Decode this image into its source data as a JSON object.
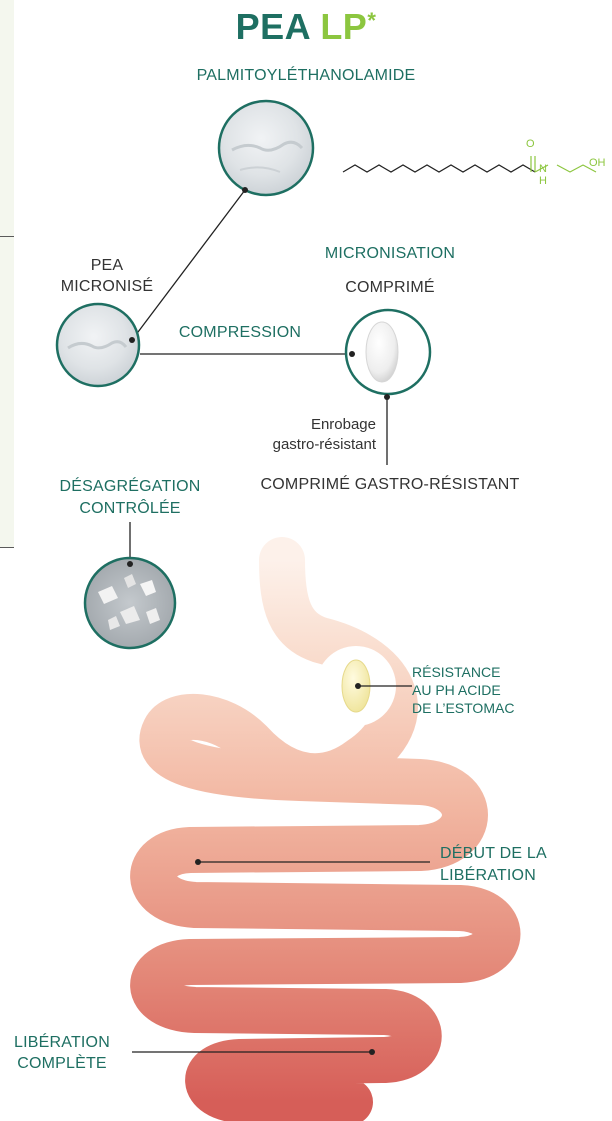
{
  "header": {
    "title_part1": "PEA",
    "title_part2": "LP",
    "title_mark": "*",
    "subtitle": "PALMITOYLÉTHANOLAMIDE"
  },
  "molecule": {
    "oxygen_label": "O",
    "nitrogen_label": "N",
    "hydrogen_label": "H",
    "hydroxyl_label": "OH"
  },
  "process": {
    "pea_micronise": [
      "PEA",
      "MICRONISÉ"
    ],
    "micronisation": "MICRONISATION",
    "comprime": "COMPRIMÉ",
    "compression": "COMPRESSION",
    "enrobage": [
      "Enrobage",
      "gastro-résistant"
    ],
    "comprime_gastro": "COMPRIMÉ GASTRO-RÉSISTANT",
    "desagregation": [
      "DÉSAGRÉGATION",
      "CONTRÔLÉE"
    ]
  },
  "digestion": {
    "resistance": [
      "RÉSISTANCE",
      "AU PH ACIDE",
      "DE L’ESTOMAC"
    ],
    "debut": [
      "DÉBUT DE LA",
      "LIBÉRATION"
    ],
    "complete": [
      "LIBÉRATION",
      "COMPLÈTE"
    ]
  },
  "colors": {
    "teal": "#1e6f62",
    "lime": "#8cc63f",
    "gut_light": "#f6c3ae",
    "gut_dark": "#d4605a",
    "powder": "#dfe3e6"
  }
}
